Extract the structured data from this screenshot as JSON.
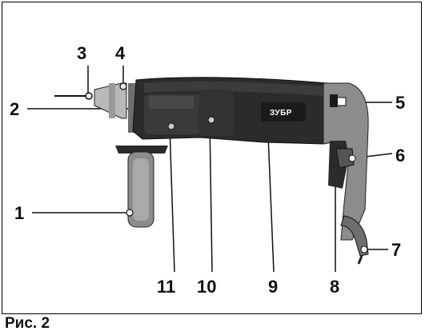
{
  "callouts": {
    "n1": "1",
    "n2": "2",
    "n3": "3",
    "n4": "4",
    "n5": "5",
    "n6": "6",
    "n7": "7",
    "n8": "8",
    "n9": "9",
    "n10": "10",
    "n11": "11"
  },
  "tool": {
    "brand": "ЗУБР"
  },
  "caption": "Рис. 2",
  "colors": {
    "body_dark": "#2b2b2b",
    "body_mid": "#4a4a4a",
    "handle_grey": "#8c8c8c",
    "metal": "#b9b9b9",
    "line": "#111111"
  }
}
